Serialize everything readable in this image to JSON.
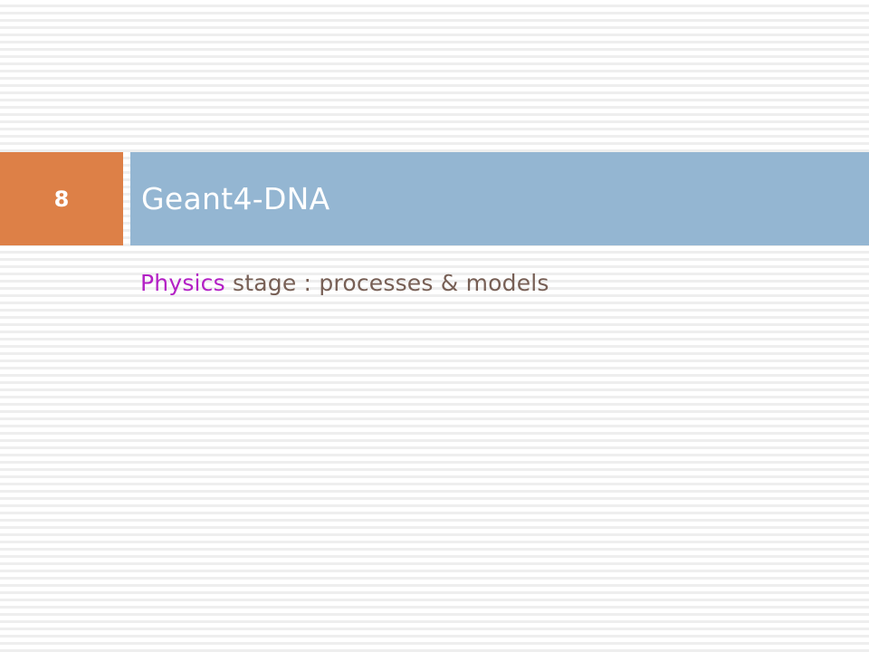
{
  "colors": {
    "number_box": "#dd8047",
    "title_box": "#94b6d2",
    "subtitle_highlight": "#b320c5",
    "subtitle_text": "#775f55"
  },
  "slide": {
    "number": "8",
    "title": "Geant4-DNA",
    "subtitle_highlight": "Physics",
    "subtitle_rest": " stage : processes & models"
  }
}
